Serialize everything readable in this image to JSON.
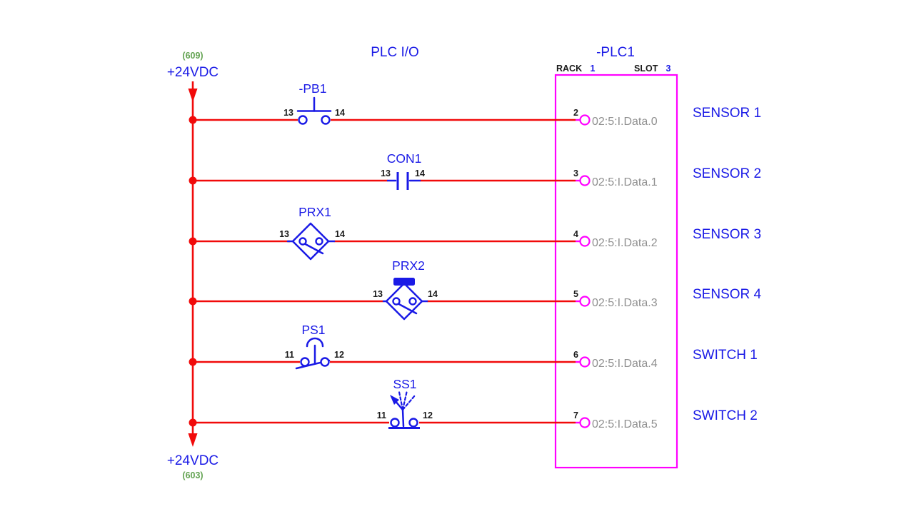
{
  "diagram": {
    "title": "PLC I/O",
    "rail": {
      "top_ref": "(609)",
      "top_label": "+24VDC",
      "bottom_label": "+24VDC",
      "bottom_ref": "(603)"
    },
    "plc": {
      "name": "-PLC1",
      "rack_label": "RACK",
      "rack_value": "1",
      "slot_label": "SLOT",
      "slot_value": "3"
    },
    "rungs": [
      {
        "device": "-PB1",
        "symbol": "pushbutton-no",
        "t1": "13",
        "t2": "14",
        "terminal": "2",
        "address": "02:5:I.Data.0",
        "description": "SENSOR 1"
      },
      {
        "device": "CON1",
        "symbol": "contact-no",
        "t1": "13",
        "t2": "14",
        "terminal": "3",
        "address": "02:5:I.Data.1",
        "description": "SENSOR 2"
      },
      {
        "device": "PRX1",
        "symbol": "proximity-switch-no",
        "t1": "13",
        "t2": "14",
        "terminal": "4",
        "address": "02:5:I.Data.2",
        "description": "SENSOR 3"
      },
      {
        "device": "PRX2",
        "symbol": "proximity-switch-target-no",
        "t1": "13",
        "t2": "14",
        "terminal": "5",
        "address": "02:5:I.Data.3",
        "description": "SENSOR 4"
      },
      {
        "device": "PS1",
        "symbol": "pressure-switch-no",
        "t1": "11",
        "t2": "12",
        "terminal": "6",
        "address": "02:5:I.Data.4",
        "description": "SWITCH 1"
      },
      {
        "device": "SS1",
        "symbol": "selector-switch-no",
        "t1": "11",
        "t2": "12",
        "terminal": "7",
        "address": "02:5:I.Data.5",
        "description": "SWITCH 2"
      }
    ],
    "colors": {
      "wire_red": "#F10A0A",
      "plc_card_magenta": "#FF00FF",
      "symbol_blue": "#1A1AE6",
      "reference_green": "#63A352",
      "address_gray": "#8F8F8F",
      "terminal_black": "#1A1A1A"
    }
  }
}
